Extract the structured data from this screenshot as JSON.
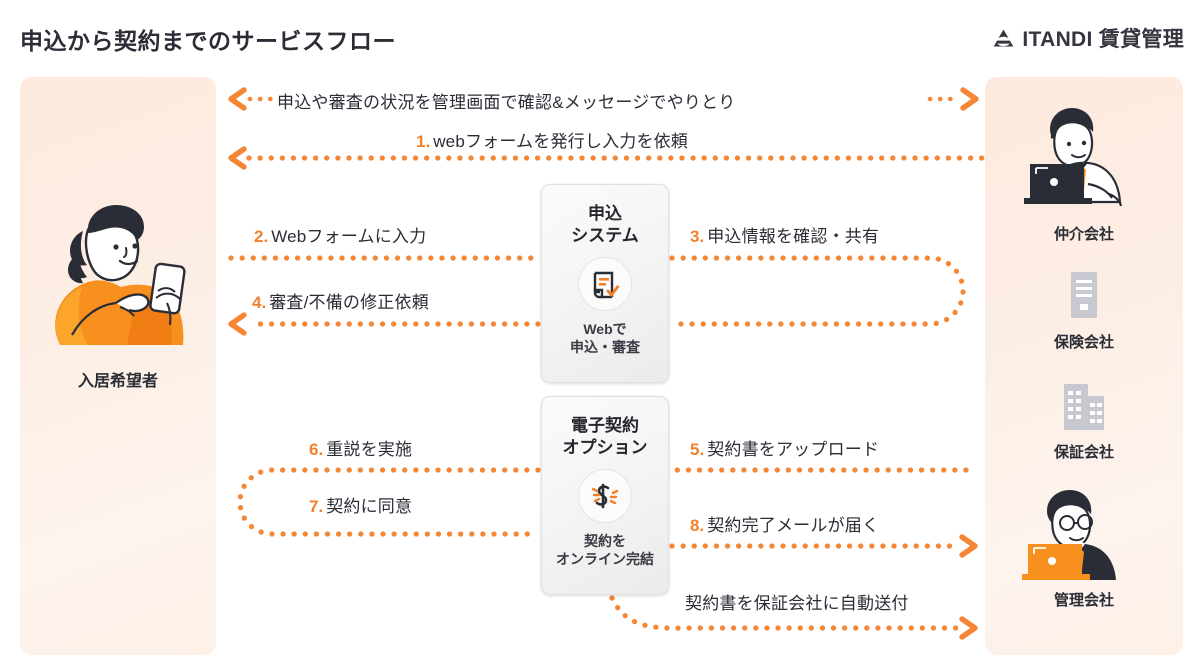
{
  "header": {
    "title": "申込から契約までのサービスフロー",
    "brand_name": "ITANDI 賃貸管理",
    "brand_icon": "itandi-triangle-logo"
  },
  "colors": {
    "accent": "#f3802a",
    "accent_dot": "#f58634",
    "panel_bg": "#fdeade",
    "text": "#2b2d36",
    "card_bg": "#f3f3f3",
    "gray_icon": "#c8c9d0"
  },
  "actors": {
    "left": {
      "label": "入居希望者",
      "icon": "person-with-smartphone-illustration"
    },
    "right": [
      {
        "label": "仲介会社",
        "icon": "person-with-laptop-illustration"
      },
      {
        "label": "保険会社",
        "icon": "document-building-icon"
      },
      {
        "label": "保証会社",
        "icon": "office-building-icon"
      },
      {
        "label": "管理会社",
        "icon": "person-with-orange-laptop-illustration"
      }
    ]
  },
  "systems": [
    {
      "title": "申込\nシステム",
      "icon": "document-check-icon",
      "subtitle": "Webで\n申込・審査"
    },
    {
      "title": "電子契約\nオプション",
      "icon": "e-signature-icon",
      "subtitle": "契約を\nオンライン完結"
    }
  ],
  "flows": [
    {
      "num": "",
      "text": "申込や審査の状況を管理画面で確認&メッセージでやりとり"
    },
    {
      "num": "1.",
      "text": "webフォームを発行し入力を依頼"
    },
    {
      "num": "2.",
      "text": "Webフォームに入力"
    },
    {
      "num": "3.",
      "text": "申込情報を確認・共有"
    },
    {
      "num": "4.",
      "text": "審査/不備の修正依頼"
    },
    {
      "num": "5.",
      "text": "契約書をアップロード"
    },
    {
      "num": "6.",
      "text": "重説を実施"
    },
    {
      "num": "7.",
      "text": "契約に同意"
    },
    {
      "num": "8.",
      "text": "契約完了メールが届く"
    },
    {
      "num": "",
      "text": "契約書を保証会社に自動送付"
    }
  ]
}
